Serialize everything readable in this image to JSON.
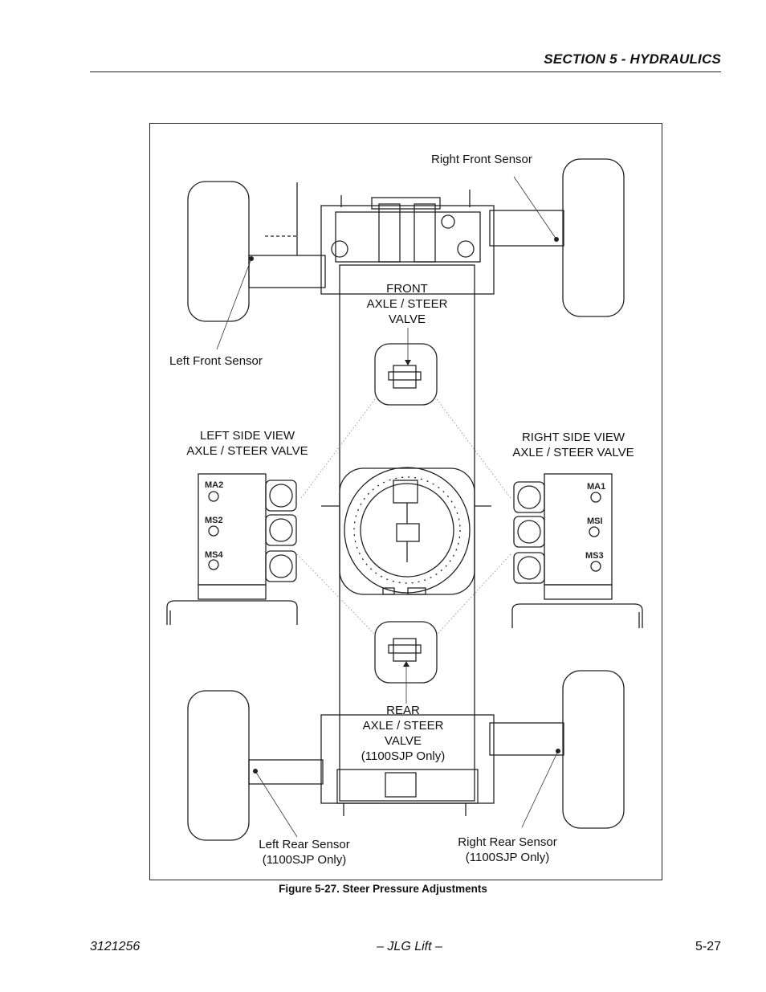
{
  "header": {
    "section_title": "SECTION 5 - HYDRAULICS"
  },
  "labels": {
    "right_front_sensor": "Right Front Sensor",
    "left_front_sensor": "Left Front Sensor",
    "front_valve_line1": "FRONT",
    "front_valve_line2": "AXLE / STEER",
    "front_valve_line3": "VALVE",
    "left_side_line1": "LEFT SIDE VIEW",
    "left_side_line2": "AXLE / STEER VALVE",
    "right_side_line1": "RIGHT  SIDE VIEW",
    "right_side_line2": "AXLE / STEER VALVE",
    "rear_valve_line1": "REAR",
    "rear_valve_line2": "AXLE / STEER",
    "rear_valve_line3": "VALVE",
    "rear_valve_line4": "(1100SJP Only)",
    "left_rear_line1": "Left Rear Sensor",
    "left_rear_line2": "(1100SJP Only)",
    "right_rear_line1": "Right Rear Sensor",
    "right_rear_line2": "(1100SJP Only)"
  },
  "ports": {
    "left": [
      "MA2",
      "MS2",
      "MS4"
    ],
    "right": [
      "MA1",
      "MSI",
      "MS3"
    ]
  },
  "caption": "Figure 5-27.  Steer Pressure Adjustments",
  "footer": {
    "doc_number": "3121256",
    "center": "– JLG Lift –",
    "page": "5-27"
  }
}
